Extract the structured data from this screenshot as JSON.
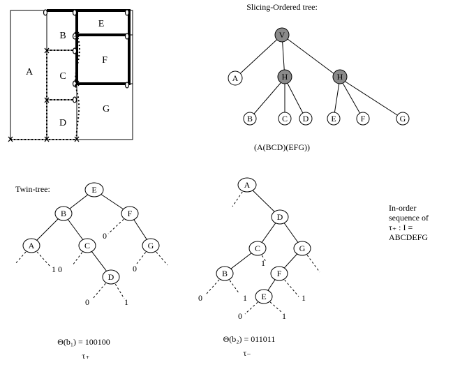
{
  "floorplan": {
    "rooms": [
      {
        "id": "A",
        "label": "A"
      },
      {
        "id": "B",
        "label": "B"
      },
      {
        "id": "C",
        "label": "C"
      },
      {
        "id": "D",
        "label": "D"
      },
      {
        "id": "E",
        "label": "E"
      },
      {
        "id": "F",
        "label": "F"
      },
      {
        "id": "G",
        "label": "G"
      }
    ]
  },
  "slicing_tree": {
    "title": "Slicing-Ordered tree:",
    "expression": "(A(BCD)(EFG))",
    "nodes": {
      "root": "V",
      "leaf_a": "A",
      "h1": "H",
      "h2": "H",
      "b": "B",
      "c": "C",
      "d": "D",
      "e": "E",
      "f": "F",
      "g": "G"
    }
  },
  "twin_tree_1": {
    "title": "Twin-tree:",
    "nodes": {
      "e": "E",
      "b": "B",
      "f": "F",
      "a": "A",
      "c": "C",
      "g": "G",
      "d": "D"
    },
    "bits": [
      "0",
      "1 0",
      "0",
      "0",
      "1"
    ],
    "theta_label": "Θ(b₁) = 100100",
    "tau_label": "τ₊"
  },
  "twin_tree_2": {
    "nodes": {
      "a": "A",
      "d": "D",
      "c": "C",
      "g": "G",
      "b": "B",
      "f": "F",
      "e": "E"
    },
    "bits": [
      "1",
      "0",
      "1",
      "1",
      "0",
      "1"
    ],
    "theta_label": "Θ(b₂) = 011011",
    "tau_label": "τ₋"
  },
  "inorder_note": {
    "line1": "In-order",
    "line2": "sequence of",
    "line3": "τ₊ : I =",
    "line4": "ABCDEFG"
  }
}
